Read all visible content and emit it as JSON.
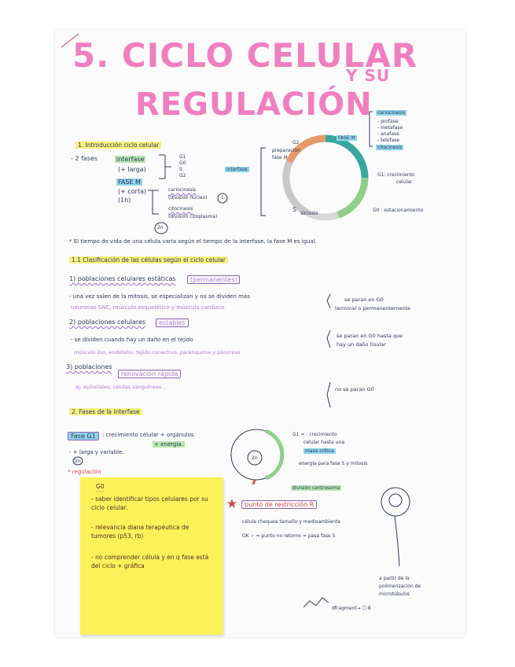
{
  "header": {
    "title_line1": "5. CICLO CELULAR",
    "title_and": "Y SU",
    "title_line2": "REGULACIÓN"
  },
  "section1": {
    "heading": "1. Introducción ciclo celular",
    "fases_label": "- 2 fases",
    "interfase": "interfase",
    "interfase_desc": "(+ larga)",
    "phases_g": [
      "G1",
      "G0",
      "S",
      "G2"
    ],
    "fase_m": "FASE M",
    "fase_m_desc1": "(+ corta)",
    "fase_m_desc2": "(1h)",
    "cariocinesis": "cariocinesis",
    "cariocinesis_desc": "(división núcleo)",
    "citocinesis": "citocinesis",
    "citocinesis_desc": "(división citoplasma)",
    "circle_mark": "1",
    "bottom_mark": "2n"
  },
  "cycle_diagram": {
    "interfase_label": "interfase",
    "g2_label": "G2",
    "fase_m_label": "FASE M",
    "prep_label1": "preparación",
    "prep_label2": "fase M",
    "s_label": "S",
    "s_sub": "síntesis",
    "g0_label": "G0 : estacionamiento",
    "g1_label1": "G1: crecimiento",
    "g1_label2": "celular",
    "legend_title": "cariocinesis",
    "legend_items": [
      "- profase",
      "- metafase",
      "- anafase",
      "- telofase"
    ],
    "legend_cito": "citocinesis"
  },
  "note_line": "* El tiempo de vida de una célula varía según el tiempo de la interfase, la fase M es igual.",
  "section2": {
    "heading": "1.1 Clasificación de las células según el ciclo celular",
    "item1_title": "1) poblaciones celulares estáticas",
    "item1_tag": "(permanentes)",
    "item1_line": "- una vez salen de la mitosis, se especializan y no se dividen más",
    "item1_examples": "neuronas SNC, músculo esquelético y músculo cardíaco",
    "item1_side1": "se paran en G0",
    "item1_side2": "terminal o permanentemente",
    "item2_title": "2) poblaciones celulares",
    "item2_tag": "estables",
    "item2_line": "- se dividen cuando hay un daño en el tejido",
    "item2_examples": "músculo liso, endotelio, tejido conectivo, parénquima y páncreas",
    "item2_side1": "se paran en G0 hasta que",
    "item2_side2": "hay un daño tisular",
    "item3_title": "3) poblaciones",
    "item3_tag": "renovación rápida",
    "item3_examples": "ej: epiteliales, células sanguíneas...",
    "item3_side": "no se paran G0"
  },
  "section3": {
    "heading": "2. Fases de la interfase",
    "fase_g1": "Fase G1",
    "g1_desc": ": crecimiento celular + orgánulos",
    "g1_energy": "+ energía.",
    "line2": "- + larga y variable.",
    "line3_mark": "2n",
    "line4": "* regulación",
    "right_g1": "G1 = - crecimiento",
    "right_g1b": "celular hasta una",
    "right_g1c": "masa crítica",
    "right_energy": "energía para fase S y mitosis",
    "diagram_2n": "2n",
    "diagram_label": "división centrosoma",
    "restriction": "punto de restricción R",
    "restriction_line1": "célula chequea tamaño y medioambiente",
    "restriction_line2": "OK ✓ = punto no retorno = pasa fase S",
    "right_bottom1": "a partir de la",
    "right_bottom2": "polimerización de",
    "right_bottom3": "microtúbulos",
    "bottom_formula": "dfragment→ ☐ 8"
  },
  "sticky_note": {
    "title": "G0",
    "item1": "- saber identificar tipos celulares por su ciclo celular.",
    "item2": "- relevancia diana terapéutica de tumores (p53, rb)",
    "item3": "- no comprender célula y en q fase está del ciclo + gráfica"
  },
  "colors": {
    "title_pink": "#f07fc0",
    "highlight_yellow": "#f7f080",
    "highlight_blue": "#8fd4ec",
    "highlight_green": "#b9e6b0",
    "sticky_yellow": "#fbf25a",
    "ring_teal": "#3aa6a0",
    "ring_orange": "#e59a6b",
    "ring_green": "#8fd08a"
  }
}
